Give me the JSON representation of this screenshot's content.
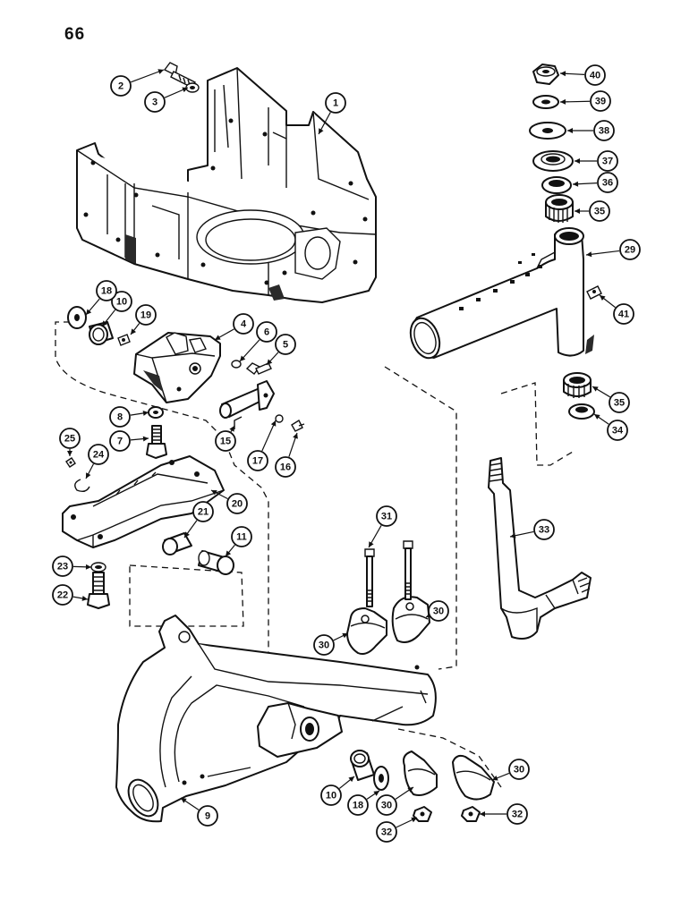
{
  "page_number": "66",
  "callouts": [
    {
      "label": "1"
    },
    {
      "label": "2"
    },
    {
      "label": "3"
    },
    {
      "label": "4"
    },
    {
      "label": "5"
    },
    {
      "label": "6"
    },
    {
      "label": "7"
    },
    {
      "label": "8"
    },
    {
      "label": "9"
    },
    {
      "label": "10"
    },
    {
      "label": "10"
    },
    {
      "label": "11"
    },
    {
      "label": "15"
    },
    {
      "label": "16"
    },
    {
      "label": "17"
    },
    {
      "label": "18"
    },
    {
      "label": "18"
    },
    {
      "label": "19"
    },
    {
      "label": "20"
    },
    {
      "label": "21"
    },
    {
      "label": "22"
    },
    {
      "label": "23"
    },
    {
      "label": "24"
    },
    {
      "label": "25"
    },
    {
      "label": "29"
    },
    {
      "label": "30"
    },
    {
      "label": "30"
    },
    {
      "label": "30"
    },
    {
      "label": "30"
    },
    {
      "label": "31"
    },
    {
      "label": "32"
    },
    {
      "label": "32"
    },
    {
      "label": "33"
    },
    {
      "label": "34"
    },
    {
      "label": "35"
    },
    {
      "label": "35"
    },
    {
      "label": "36"
    },
    {
      "label": "37"
    },
    {
      "label": "38"
    },
    {
      "label": "39"
    },
    {
      "label": "40"
    },
    {
      "label": "41"
    }
  ]
}
